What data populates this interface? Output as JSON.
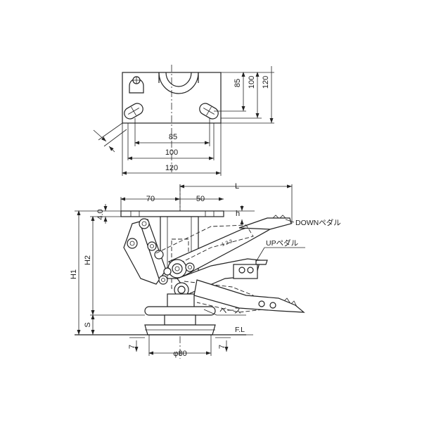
{
  "top_view": {
    "dim_85_h": "85",
    "dim_100_h": "100",
    "dim_120_h": "120",
    "dim_85_v": "85",
    "dim_100_v": "100",
    "dim_120_v": "120"
  },
  "side_view": {
    "dim_70": "70",
    "dim_50": "50",
    "dim_L": "L",
    "dim_40": "4.0",
    "dim_h": "h",
    "dim_H1": "H1",
    "dim_H2": "H2",
    "dim_S": "S",
    "dim_phi80": "φ80",
    "dim_7_left": "7",
    "dim_7_right": "7",
    "label_down_pedal": "DOWNペダル",
    "label_up_pedal": "UPペダル",
    "label_base": "ベース",
    "label_fl": "F.L"
  }
}
